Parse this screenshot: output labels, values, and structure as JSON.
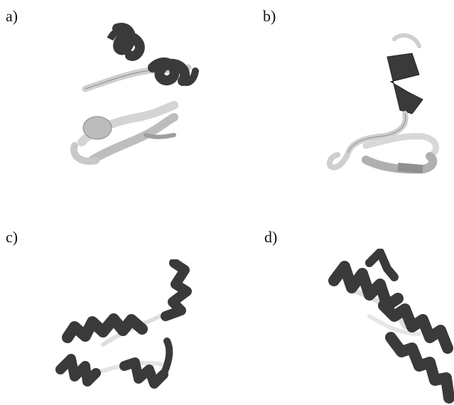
{
  "figure": {
    "panels": [
      {
        "label": "a)",
        "structure": "protein-ribbon",
        "colors": {
          "helix": "#3a3a3a",
          "strand": "#cfcfcf",
          "edge": "#7a7a7a"
        }
      },
      {
        "label": "b)",
        "structure": "protein-ribbon",
        "colors": {
          "helix": "#3a3a3a",
          "strand": "#cfcfcf",
          "edge": "#7a7a7a"
        }
      },
      {
        "label": "c)",
        "structure": "protein-ribbon",
        "colors": {
          "helix": "#3a3a3a",
          "strand": "#cfcfcf",
          "edge": "#7a7a7a"
        }
      },
      {
        "label": "d)",
        "structure": "protein-ribbon",
        "colors": {
          "helix": "#3a3a3a",
          "strand": "#cfcfcf",
          "edge": "#7a7a7a"
        }
      }
    ]
  }
}
